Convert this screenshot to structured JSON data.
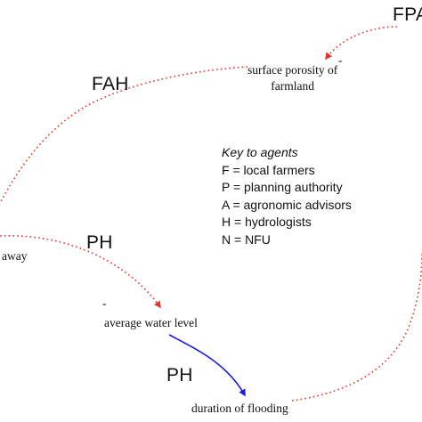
{
  "nodes": {
    "surface_porosity": [
      "surface porosity of",
      "farmland"
    ],
    "away": "away",
    "average_water_level": "average water level",
    "duration_of_flooding": "duration of flooding"
  },
  "signs": {
    "minus_surface": "-",
    "minus_water": "-"
  },
  "agent_labels": {
    "fpa": "FPA",
    "fah": "FAH",
    "ph_upper": "PH",
    "ph_lower": "PH"
  },
  "key": {
    "title": "Key to agents",
    "items": [
      "F = local farmers",
      "P = planning authority",
      "A  =  agronomic advisors",
      "H = hydrologists",
      "N = NFU"
    ]
  },
  "colors": {
    "dotted_link": "#e8332a",
    "solid_link": "#1a1ae6",
    "text": "#111111"
  }
}
